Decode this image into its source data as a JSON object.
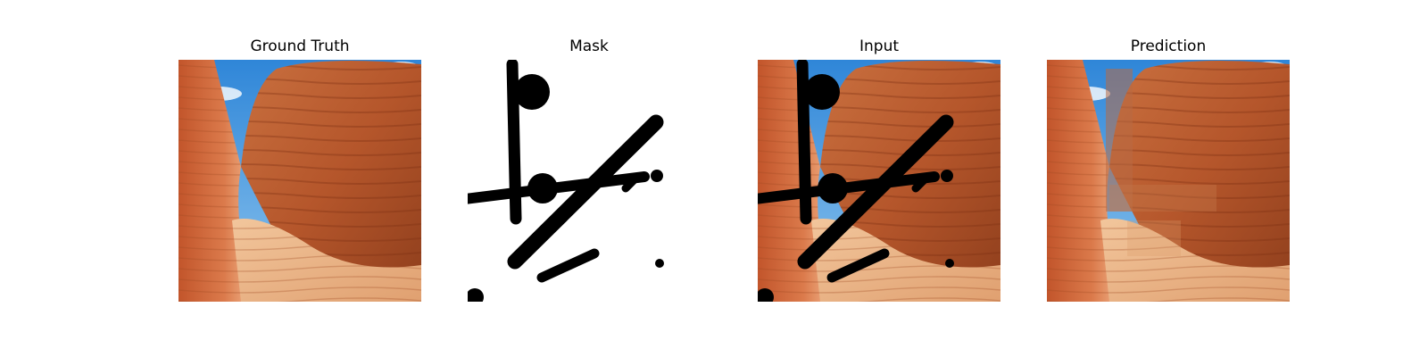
{
  "panels": [
    {
      "title": "Ground Truth",
      "content": "canyon-photo"
    },
    {
      "title": "Mask",
      "content": "mask"
    },
    {
      "title": "Input",
      "content": "canyon-photo-with-mask"
    },
    {
      "title": "Prediction",
      "content": "canyon-photo-inpainted"
    }
  ]
}
